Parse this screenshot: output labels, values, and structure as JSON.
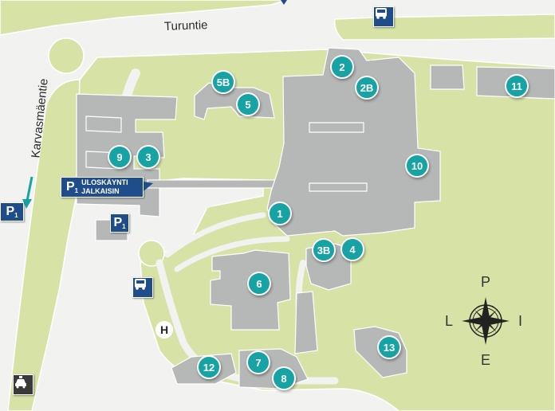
{
  "roads": {
    "turuntie": "Turuntie",
    "karvasmaentie": "Karvasmäentie"
  },
  "parking": {
    "main_letter": "P",
    "main_sub": "1",
    "exit_line1": "ULOSKÄYNTI",
    "exit_line2": "JALKAISIN",
    "left_letter": "P",
    "left_sub": "1",
    "small_letter": "P",
    "small_sub": "1"
  },
  "helipad": "H",
  "compass": {
    "north": "P",
    "south": "E",
    "west": "L",
    "east": "I"
  },
  "buildings": [
    {
      "id": "b1",
      "label": "1"
    },
    {
      "id": "b2",
      "label": "2"
    },
    {
      "id": "b2b",
      "label": "2B"
    },
    {
      "id": "b3",
      "label": "3"
    },
    {
      "id": "b3b",
      "label": "3B"
    },
    {
      "id": "b4",
      "label": "4"
    },
    {
      "id": "b5",
      "label": "5"
    },
    {
      "id": "b5b",
      "label": "5B"
    },
    {
      "id": "b6",
      "label": "6"
    },
    {
      "id": "b7",
      "label": "7"
    },
    {
      "id": "b8",
      "label": "8"
    },
    {
      "id": "b9",
      "label": "9"
    },
    {
      "id": "b10",
      "label": "10"
    },
    {
      "id": "b11",
      "label": "11"
    },
    {
      "id": "b12",
      "label": "12"
    },
    {
      "id": "b13",
      "label": "13"
    }
  ],
  "icons": {
    "bus_stop": "bus-icon",
    "taxi": "taxi-icon",
    "compass": "compass-rose-icon"
  },
  "colors": {
    "grass": "#d7e2a7",
    "building": "#b6b8b8",
    "road": "#f2f3f1",
    "marker": "#17a3a3",
    "sign": "#1f4d8c"
  }
}
